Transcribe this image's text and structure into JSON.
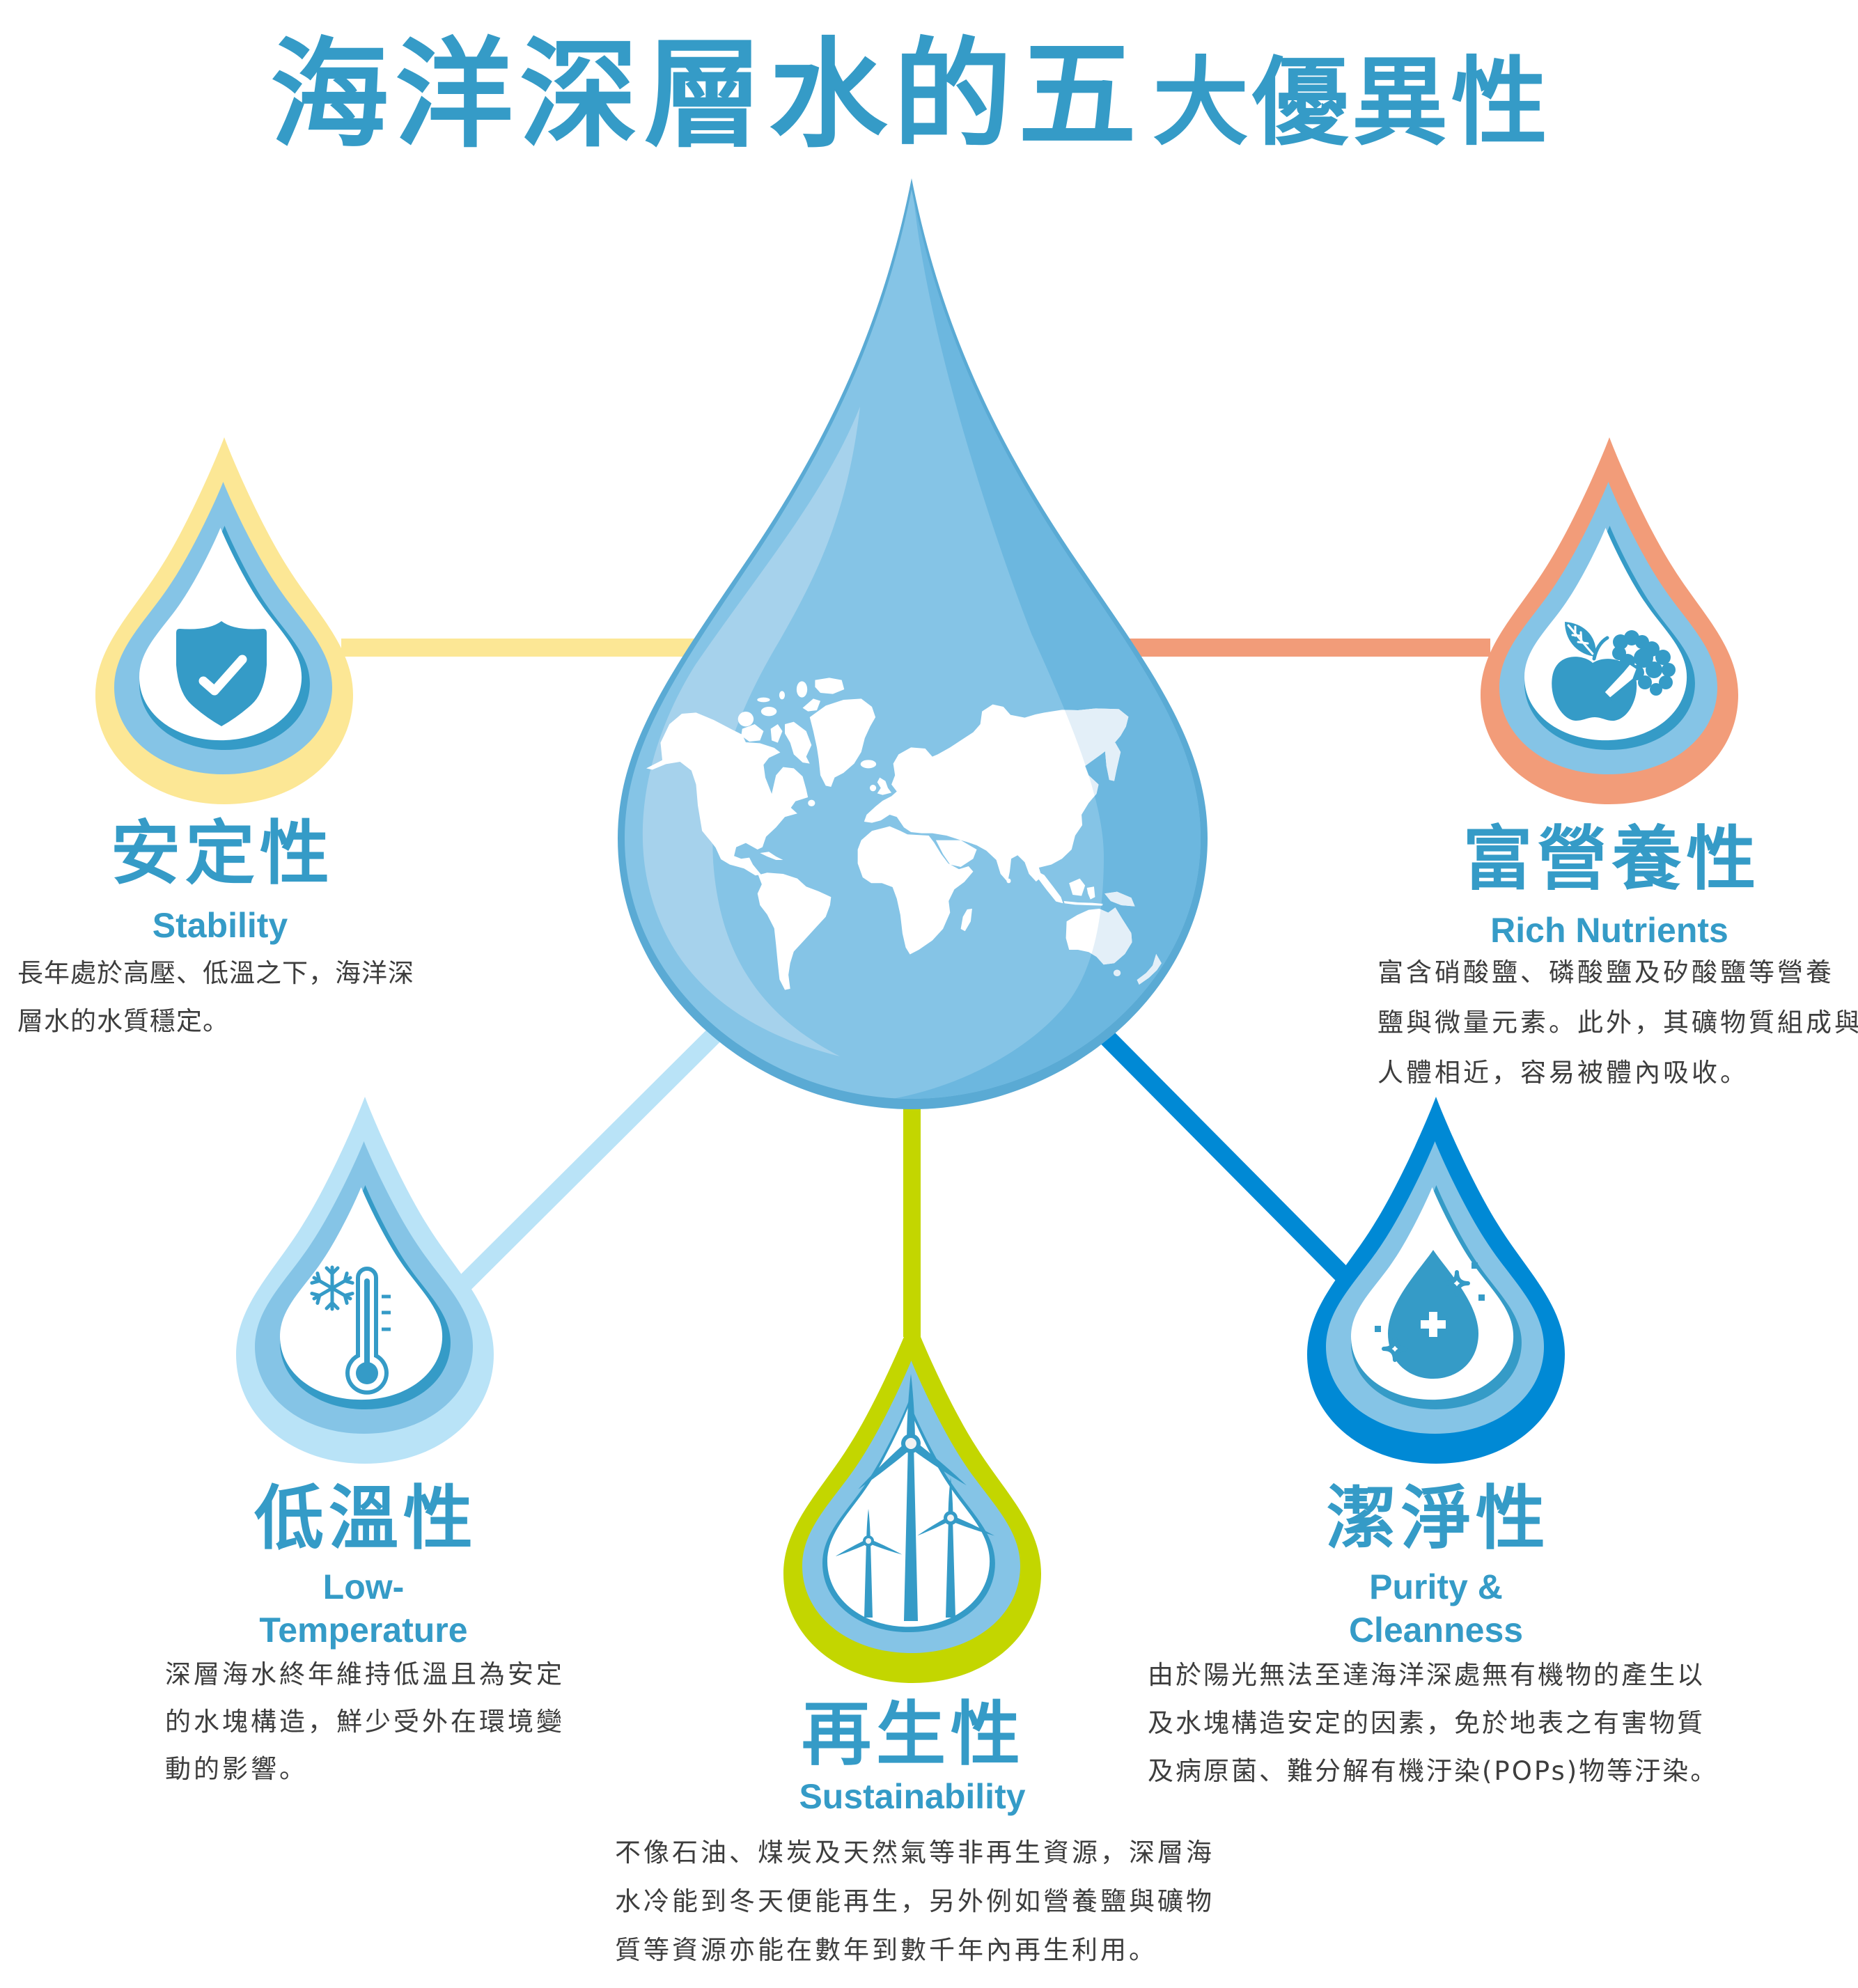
{
  "title": {
    "main": "海洋深層水的五",
    "sub": "大優異性"
  },
  "palette": {
    "title_blue": "#359bc7",
    "body_text": "#3d3d3d",
    "drop_band_blue": "#85c4e6",
    "icon_blue": "#359bc7",
    "central_drop_fill": "#85c4e6",
    "central_drop_shade": "#6cb7df",
    "central_drop_border": "#5aaad4",
    "central_drop_highlight": "#a6d2ec",
    "map_land": "#ffffff"
  },
  "center_drop": {
    "icon": "world-map-icon"
  },
  "properties": [
    {
      "key": "stability",
      "heading": "安定性",
      "english": [
        "Stability"
      ],
      "icon": "shield-check-icon",
      "accent": "#fce795",
      "description": [
        "長年處於高壓、低溫之下，海洋深",
        "層水的水質穩定。"
      ]
    },
    {
      "key": "rich-nutrients",
      "heading": "富營養性",
      "english": [
        "Rich Nutrients"
      ],
      "icon": "apple-broccoli-icon",
      "accent": "#f29c79",
      "description": [
        "富含硝酸鹽、磷酸鹽及矽酸鹽等營養",
        "鹽與微量元素。此外，其礦物質組成與",
        "人體相近，容易被體內吸收。"
      ]
    },
    {
      "key": "low-temperature",
      "heading": "低溫性",
      "english": [
        "Low-",
        "Temperature"
      ],
      "icon": "thermometer-snowflake-icon",
      "accent": "#b9e3f7",
      "description": [
        "深層海水終年維持低溫且為安定",
        "的水塊構造，鮮少受外在環境變",
        "動的影響。"
      ]
    },
    {
      "key": "sustainability",
      "heading": "再生性",
      "english": [
        "Sustainability"
      ],
      "icon": "wind-turbine-icon",
      "accent": "#c3d600",
      "description": [
        "不像石油、煤炭及天然氣等非再生資源，深層海",
        "水冷能到冬天便能再生，另外例如營養鹽與礦物",
        "質等資源亦能在數年到數千年內再生利用。"
      ]
    },
    {
      "key": "purity",
      "heading": "潔淨性",
      "english": [
        "Purity &",
        "Cleanness"
      ],
      "icon": "clean-water-drop-icon",
      "accent": "#0089d5",
      "description": [
        "由於陽光無法至達海洋深處無有機物的產生以",
        "及水塊構造安定的因素，免於地表之有害物質",
        "及病原菌、難分解有機汙染(POPs)物等汙染。"
      ]
    }
  ]
}
